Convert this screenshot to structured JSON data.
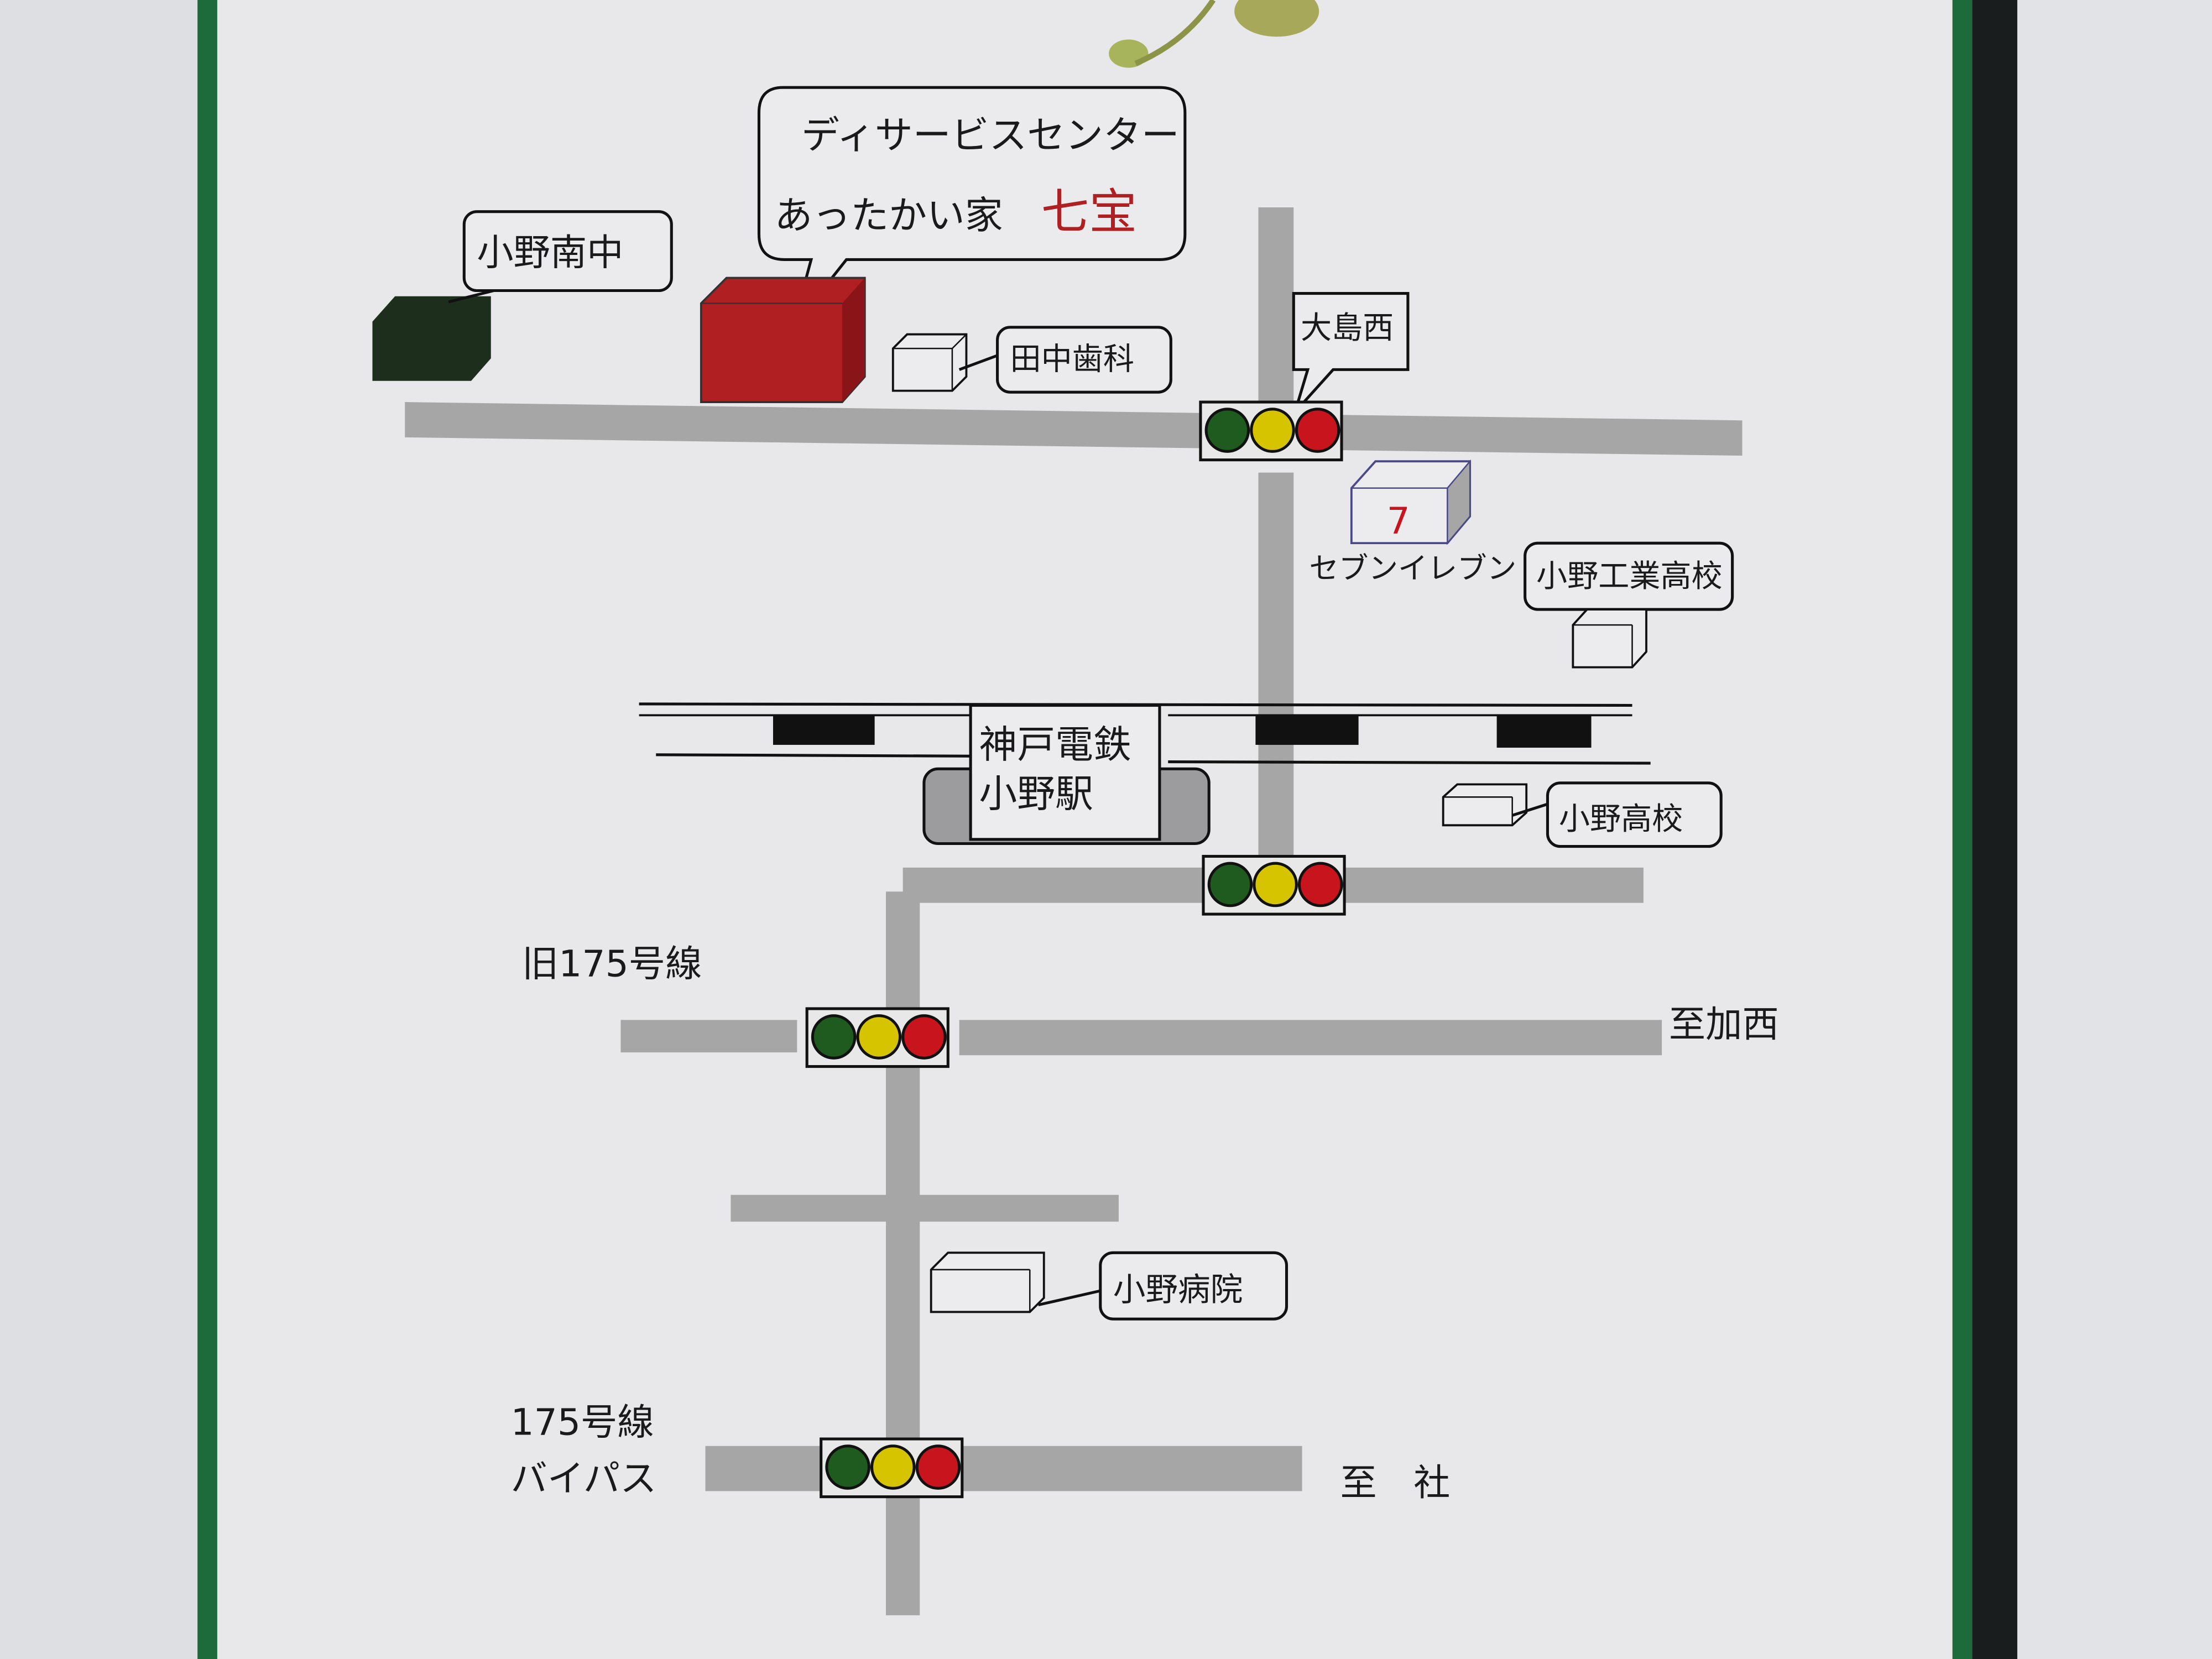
{
  "title_bubble": {
    "line1": "ディサービスセンター",
    "line2": "あったかい家",
    "name": "七宝"
  },
  "landmarks": {
    "ono_minami_chu": "小野南中",
    "tanaka_dental": "田中歯科",
    "oshima_nishi": "大島西",
    "seven_eleven_logo": "7",
    "seven_eleven": "セブンイレブン",
    "ono_kogyo": "小野工業高校",
    "station_line1": "神戸電鉄",
    "station_line2": "小野駅",
    "ono_koko": "小野高校",
    "old_route": "旧175号線",
    "to_kasai": "至加西",
    "ono_hospital": "小野病院",
    "bypass_line1": "175号線",
    "bypass_line2": "バイパス",
    "to_yashiro": "至　社"
  },
  "colors": {
    "facility": "#b01f22",
    "school": "#1e2e1c",
    "road": "#a6a6a6",
    "signal_green": "#1f5a1e",
    "signal_yellow": "#d6c400",
    "signal_red": "#c8141c",
    "border_green": "#1d6b3a"
  }
}
